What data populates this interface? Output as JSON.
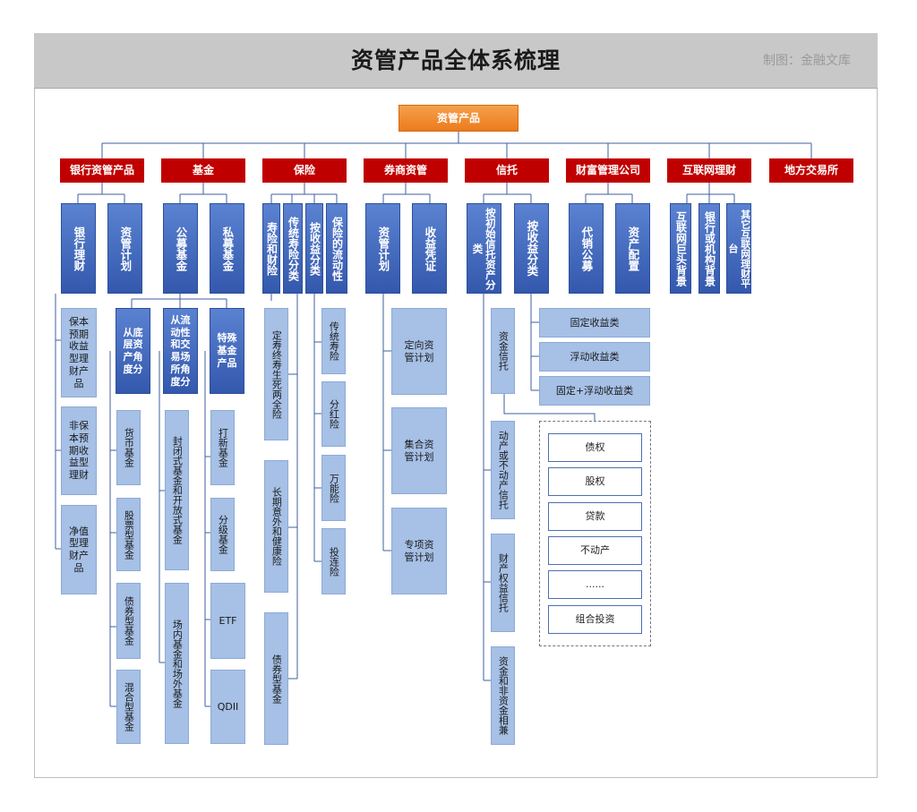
{
  "header": {
    "title": "资管产品全体系梳理",
    "credit": "制图：金融文库"
  },
  "root": "资管产品",
  "categories": {
    "bank": "银行资管产品",
    "fund": "基金",
    "insurance": "保险",
    "broker": "券商资管",
    "trust": "信托",
    "wealth": "财富管理公司",
    "internet": "互联网理财",
    "exchange": "地方交易所"
  },
  "bank": {
    "subs": [
      "银行理财",
      "资管计划"
    ],
    "leaves": [
      "保本预期收益型理财产品",
      "非保本预期收益型理财",
      "净值型理财产品"
    ]
  },
  "fund": {
    "subs": [
      "公募基金",
      "私募基金"
    ],
    "angles": [
      "从底层资产角度分",
      "从流动性和交易场所角度分",
      "特殊基金产品"
    ],
    "asset_leaves": [
      "货币基金",
      "股票型基金",
      "债券型基金",
      "混合型基金"
    ],
    "liquidity_leaves": [
      "封闭式基金和开放式基金",
      "场内基金和场外基金"
    ],
    "special_leaves": [
      "打新基金",
      "分级基金",
      "ETF",
      "QDII"
    ]
  },
  "insurance": {
    "subs": [
      "寿险和财险",
      "传统寿险分类",
      "按收益分类",
      "保险的流动性"
    ],
    "life_leaves": [
      "定寿终寿生死两全险",
      "长期意外和健康险",
      "债券型基金"
    ],
    "income_leaves": [
      "传统寿险",
      "分红险",
      "万能险",
      "投连险"
    ]
  },
  "broker": {
    "subs": [
      "资管计划",
      "收益凭证"
    ],
    "leaves": [
      "定向资管计划",
      "集合资管计划",
      "专项资管计划"
    ]
  },
  "trust": {
    "subs": [
      "按初始信托资产分类",
      "按收益分类"
    ],
    "asset_leaves": [
      "资金信托",
      "动产或不动产信托",
      "财产权益信托",
      "资金和非资金相兼"
    ],
    "income_leaves": [
      "固定收益类",
      "浮动收益类",
      "固定+浮动收益类"
    ],
    "fund_uses": [
      "债权",
      "股权",
      "贷款",
      "不动产",
      "......",
      "组合投资"
    ]
  },
  "wealth": {
    "subs": [
      "代销公募",
      "资产配置"
    ]
  },
  "internet": {
    "subs": [
      "互联网巨头背景",
      "银行或机构背景",
      "其它互联网理财平台"
    ]
  },
  "colors": {
    "accent": "#c00000",
    "root": "#ec7b1c",
    "sub": "#3358ad",
    "leaf": "#a6c0e6",
    "line": "#3f5f9f"
  }
}
